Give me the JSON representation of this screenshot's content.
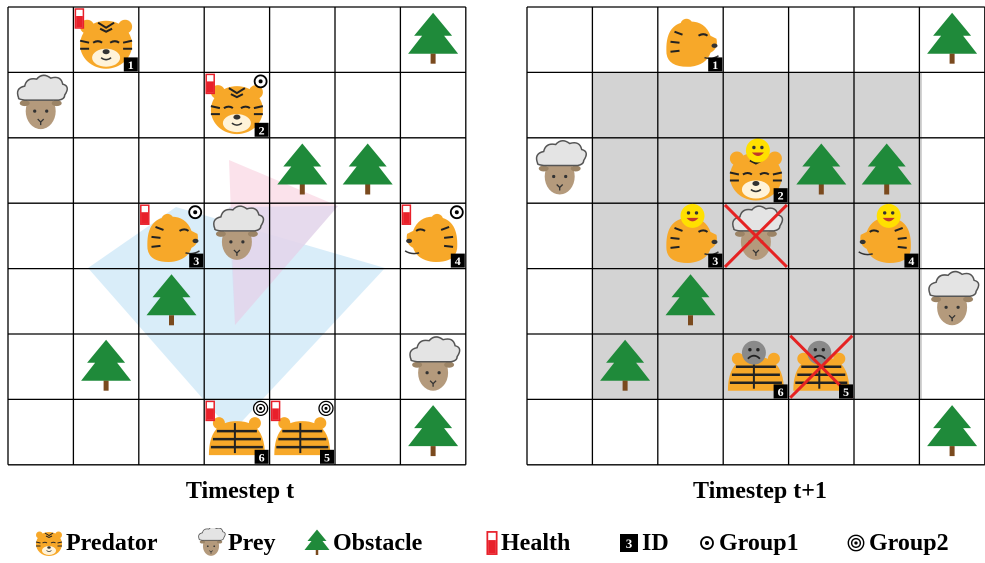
{
  "captions": {
    "left": "Timestep t",
    "right": "Timestep t+1"
  },
  "legend": {
    "predator": "Predator",
    "prey": "Prey",
    "obstacle": "Obstacle",
    "health": "Health",
    "id": "ID",
    "group1": "Group1",
    "group2": "Group2",
    "id_badge_digit": "3"
  },
  "colors": {
    "grid_line": "#000000",
    "tree": "#1f8a3a",
    "trunk": "#7a4a1e",
    "tiger": "#f7a829",
    "tiger_stripe": "#222222",
    "prey_body": "#b49a7c",
    "prey_wool": "#e4e4e4",
    "health_fill": "#e8202a",
    "field_of_view_blue": "#cfe9f7",
    "field_of_view_pink": "#f9d8e4",
    "observed_area": "#d3d3d3",
    "eliminated_cross": "#e52222",
    "happy_face": "#ffe000",
    "sad_face": "#8a8a8a"
  },
  "grid_size": 7,
  "left_grid": {
    "trees": [
      [
        6,
        0
      ],
      [
        4,
        2
      ],
      [
        5,
        2
      ],
      [
        2,
        4
      ],
      [
        1,
        5
      ],
      [
        6,
        6
      ]
    ],
    "prey": [
      [
        0,
        1
      ],
      [
        3,
        3
      ],
      [
        6,
        5
      ]
    ],
    "predators": [
      {
        "id": "1",
        "col": 1,
        "row": 0,
        "health": true,
        "group": "",
        "pose": "front"
      },
      {
        "id": "2",
        "col": 3,
        "row": 1,
        "health": true,
        "group": "1",
        "pose": "front"
      },
      {
        "id": "3",
        "col": 2,
        "row": 3,
        "health": true,
        "group": "1",
        "pose": "side"
      },
      {
        "id": "4",
        "col": 6,
        "row": 3,
        "health": true,
        "group": "1",
        "pose": "side-left"
      },
      {
        "id": "6",
        "col": 3,
        "row": 6,
        "health": true,
        "group": "2",
        "pose": "back"
      },
      {
        "id": "5",
        "col": 4,
        "row": 6,
        "health": true,
        "group": "2",
        "pose": "back"
      }
    ]
  },
  "right_grid": {
    "trees": [
      [
        6,
        0
      ],
      [
        4,
        2
      ],
      [
        5,
        2
      ],
      [
        2,
        4
      ],
      [
        1,
        5
      ],
      [
        6,
        6
      ]
    ],
    "prey": [
      [
        0,
        2
      ],
      [
        6,
        4
      ]
    ],
    "dead_prey": [
      [
        3,
        3
      ]
    ],
    "predators": [
      {
        "id": "1",
        "col": 2,
        "row": 0,
        "emotion": "",
        "pose": "side"
      },
      {
        "id": "2",
        "col": 3,
        "row": 2,
        "emotion": "happy",
        "pose": "front"
      },
      {
        "id": "3",
        "col": 2,
        "row": 3,
        "emotion": "happy",
        "pose": "side"
      },
      {
        "id": "4",
        "col": 5,
        "row": 3,
        "emotion": "happy",
        "pose": "side-left"
      },
      {
        "id": "6",
        "col": 3,
        "row": 5,
        "emotion": "sad",
        "pose": "back"
      },
      {
        "id": "5",
        "col": 4,
        "row": 5,
        "emotion": "sad",
        "pose": "back",
        "dead": true
      }
    ],
    "observed_region": {
      "col0": 1,
      "row0": 1,
      "col1": 5,
      "row1": 5
    }
  }
}
